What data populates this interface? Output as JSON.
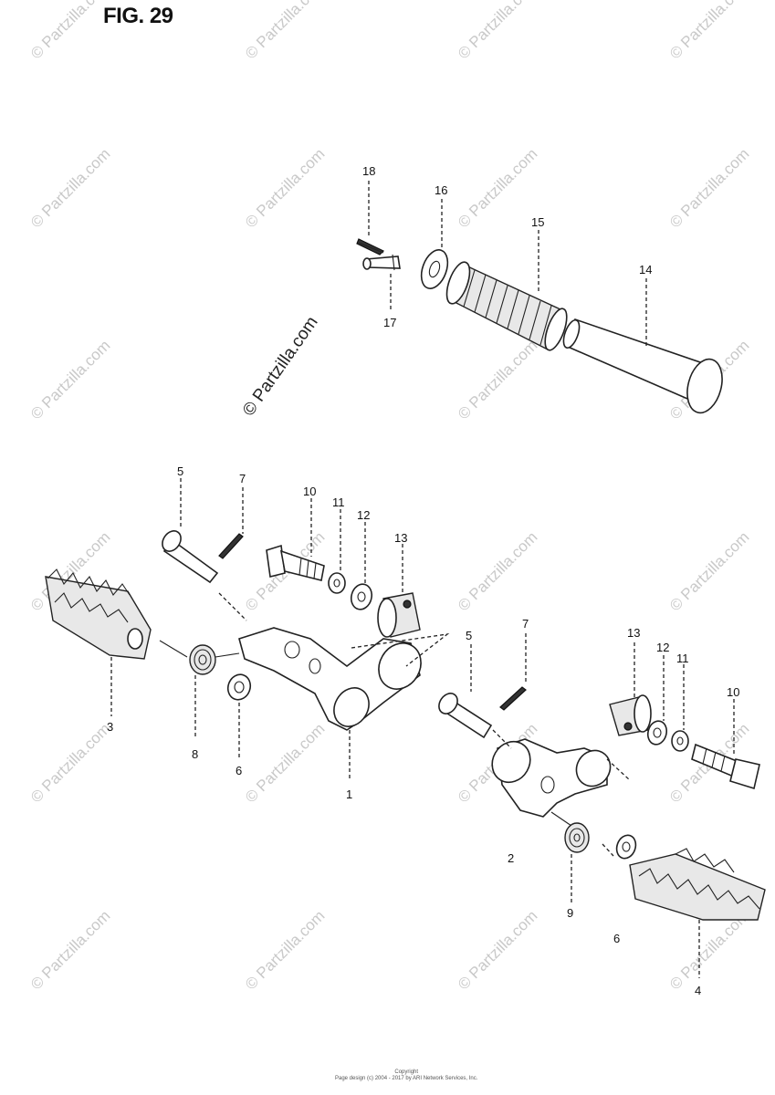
{
  "figure": {
    "title": "FIG. 29"
  },
  "watermark": {
    "text": "© Partzilla.com"
  },
  "footer": {
    "line1": "Copyright",
    "line2": "Page design (c) 2004 - 2017 by ARI Network Services, Inc."
  },
  "callouts": {
    "c1": "1",
    "c2": "2",
    "c3": "3",
    "c4": "4",
    "c5a": "5",
    "c5b": "5",
    "c6a": "6",
    "c6b": "6",
    "c7a": "7",
    "c7b": "7",
    "c8": "8",
    "c9": "9",
    "c10a": "10",
    "c10b": "10",
    "c11a": "11",
    "c11b": "11",
    "c12a": "12",
    "c12b": "12",
    "c13a": "13",
    "c13b": "13",
    "c14": "14",
    "c15": "15",
    "c16": "16",
    "c17": "17",
    "c18": "18"
  }
}
